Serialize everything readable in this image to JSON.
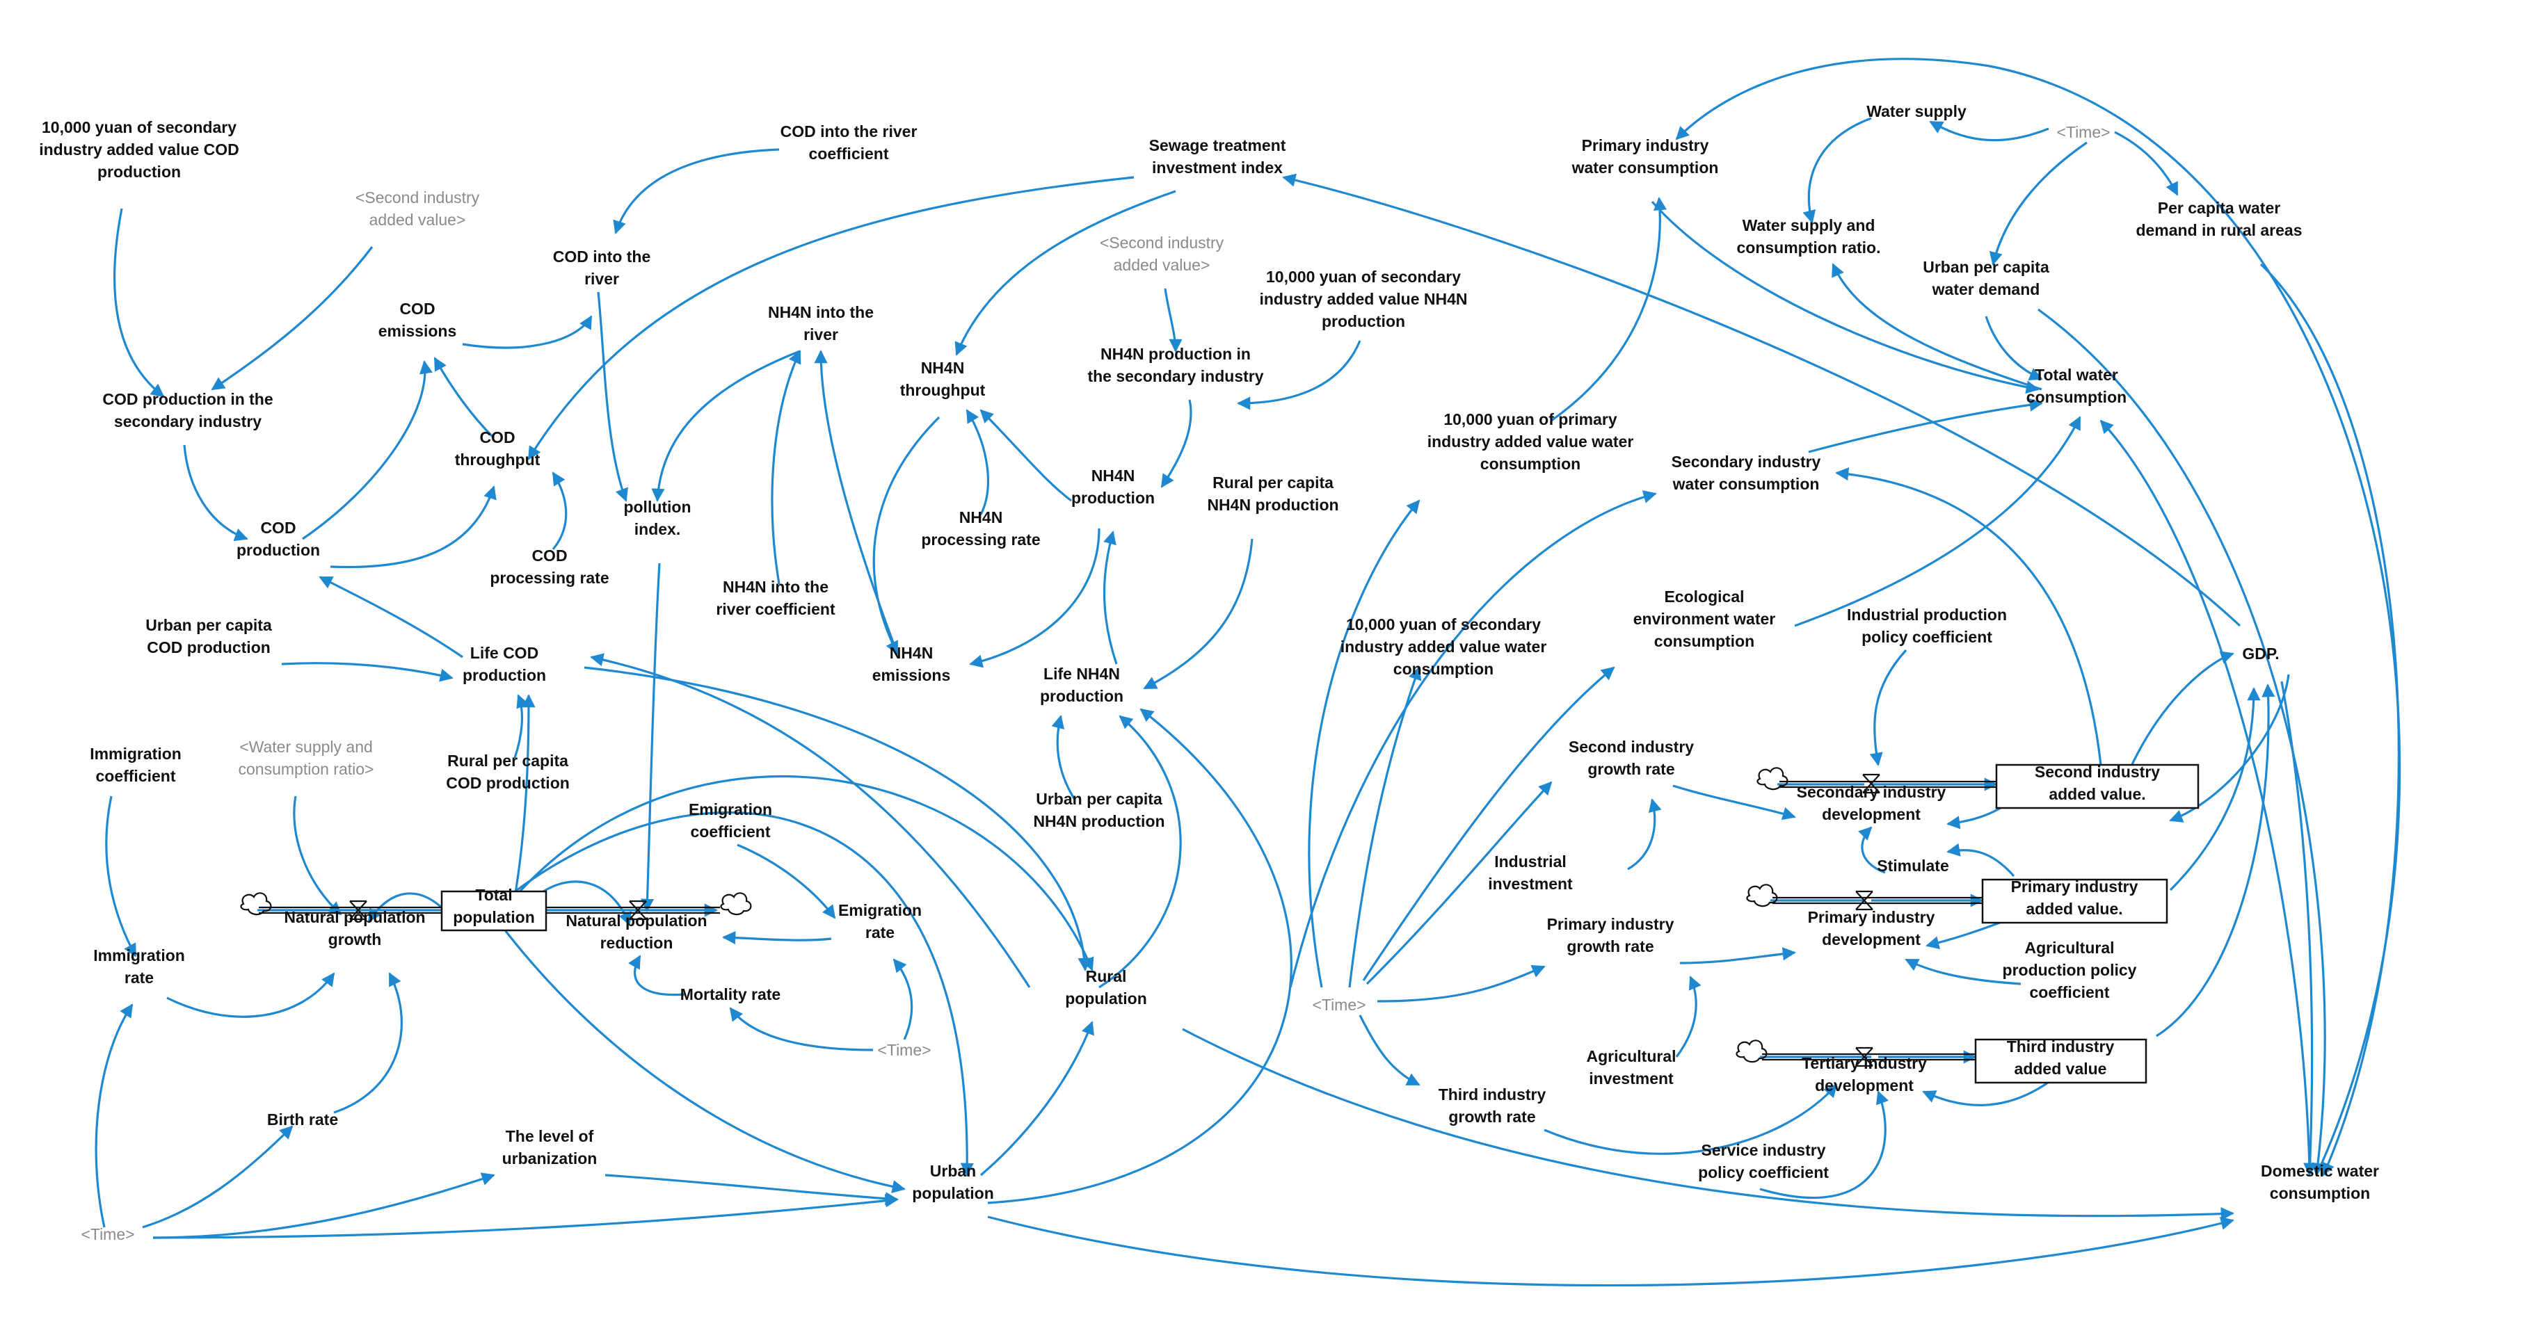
{
  "colors": {
    "arrow": "#1e88d0",
    "text": "#111111",
    "shadow_text": "#8a8a8a",
    "box_stroke": "#111111"
  },
  "nodes": {
    "cod_sec_coef": [
      "10,000 yuan of secondary",
      "industry added value COD",
      "production"
    ],
    "cod_river_coef": [
      "COD into the river",
      "coefficient"
    ],
    "sewage_index": [
      "Sewage treatment",
      "investment index"
    ],
    "second_added_shadow_1": [
      "<Second industry",
      "added value>"
    ],
    "cod_into_river": [
      "COD into the",
      "river"
    ],
    "cod_emissions": [
      "COD",
      "emissions"
    ],
    "nh4n_into_river": [
      "NH4N into the",
      "river"
    ],
    "second_added_shadow_2": [
      "<Second industry",
      "added value>"
    ],
    "nh4n_sec_coef": [
      "10,000 yuan of secondary",
      "industry added value NH4N",
      "production"
    ],
    "cod_prod_sec": [
      "COD production in the",
      "secondary industry"
    ],
    "cod_throughput": [
      "COD",
      "throughput"
    ],
    "nh4n_throughput": [
      "NH4N",
      "throughput"
    ],
    "nh4n_prod_sec": [
      "NH4N production in",
      "the secondary industry"
    ],
    "pollution_index": [
      "pollution",
      "index."
    ],
    "nh4n_processing": [
      "NH4N",
      "processing rate"
    ],
    "nh4n_production": [
      "NH4N",
      "production"
    ],
    "rural_nh4n": [
      "Rural per capita",
      "NH4N production"
    ],
    "cod_production": [
      "COD",
      "production"
    ],
    "cod_processing": [
      "COD",
      "processing rate"
    ],
    "nh4n_river_coef": [
      "NH4N into the",
      "river coefficient"
    ],
    "urban_cod": [
      "Urban per capita",
      "COD production"
    ],
    "life_cod": [
      "Life COD",
      "production"
    ],
    "nh4n_emissions": [
      "NH4N",
      "emissions"
    ],
    "life_nh4n": [
      "Life NH4N",
      "production"
    ],
    "immigration_coef": [
      "Immigration",
      "coefficient"
    ],
    "water_ratio_shadow": [
      "<Water supply and",
      "consumption ratio>"
    ],
    "rural_cod": [
      "Rural per capita",
      "COD production"
    ],
    "emigration_coef": [
      "Emigration",
      "coefficient"
    ],
    "urban_nh4n": [
      "Urban per capita",
      "NH4N production"
    ],
    "total_population": [
      "Total",
      "population"
    ],
    "natural_growth": [
      "Natural population",
      "growth"
    ],
    "natural_reduction": [
      "Natural population",
      "reduction"
    ],
    "emigration_rate": [
      "Emigration",
      "rate"
    ],
    "mortality_rate": [
      "Mortality rate"
    ],
    "immigration_rate": [
      "Immigration",
      "rate"
    ],
    "time_shadow_1": [
      "<Time>"
    ],
    "rural_population": [
      "Rural",
      "population"
    ],
    "birth_rate": [
      "Birth rate"
    ],
    "urbanization": [
      "The level of",
      "urbanization"
    ],
    "time_shadow_2": [
      "<Time>"
    ],
    "urban_population": [
      "Urban",
      "population"
    ],
    "water_supply": [
      "Water supply"
    ],
    "time_shadow_3": [
      "<Time>"
    ],
    "primary_water": [
      "Primary industry",
      "water consumption"
    ],
    "water_ratio": [
      "Water supply and",
      "consumption ratio."
    ],
    "rural_water_demand": [
      "Per capita water",
      "demand in rural areas"
    ],
    "urban_water_demand": [
      "Urban per capita",
      "water demand"
    ],
    "total_water": [
      "Total water",
      "consumption"
    ],
    "primary_water_coef": [
      "10,000 yuan of primary",
      "industry added value water",
      "consumption"
    ],
    "secondary_water": [
      "Secondary industry",
      "water consumption"
    ],
    "eco_water": [
      "Ecological",
      "environment water",
      "consumption"
    ],
    "secondary_water_coef": [
      "10,000 yuan of secondary",
      "industry added value water",
      "consumption"
    ],
    "industrial_policy": [
      "Industrial production",
      "policy coefficient"
    ],
    "gdp": [
      "GDP."
    ],
    "second_growth": [
      "Second industry",
      "growth rate"
    ],
    "second_added": [
      "Second industry",
      "added value."
    ],
    "secondary_dev": [
      "Secondary industry",
      "development"
    ],
    "industrial_invest": [
      "Industrial",
      "investment"
    ],
    "stimulate": [
      "Stimulate"
    ],
    "primary_added": [
      "Primary industry",
      "added value."
    ],
    "primary_dev": [
      "Primary industry",
      "development"
    ],
    "primary_growth": [
      "Primary industry",
      "growth rate"
    ],
    "time_shadow_4": [
      "<Time>"
    ],
    "agri_policy": [
      "Agricultural",
      "production policy",
      "coefficient"
    ],
    "agri_invest": [
      "Agricultural",
      "investment"
    ],
    "third_added": [
      "Third industry",
      "added value"
    ],
    "tertiary_dev": [
      "Tertiary industry",
      "development"
    ],
    "third_growth": [
      "Third industry",
      "growth rate"
    ],
    "service_policy": [
      "Service industry",
      "policy coefficient"
    ],
    "domestic_water": [
      "Domestic water",
      "consumption"
    ]
  }
}
